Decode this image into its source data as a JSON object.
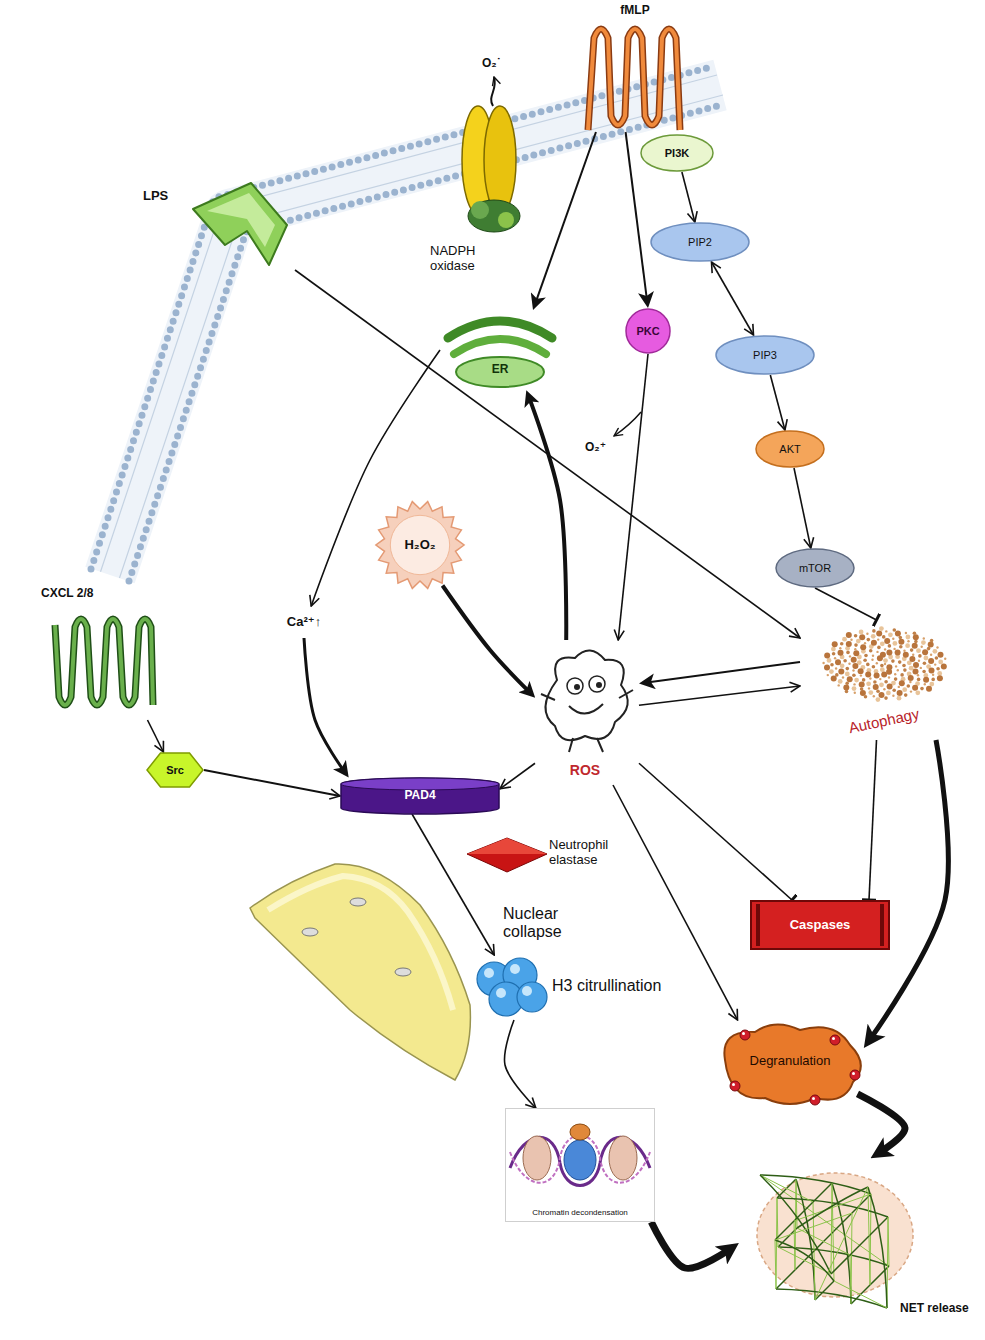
{
  "diagram": {
    "nodes": [
      {
        "text": [
          "fMLP"
        ]
      },
      {
        "text": [
          "NADPH oxidase"
        ]
      },
      {
        "text": [
          "PI3K"
        ]
      },
      {
        "text": [
          "LPS"
        ]
      },
      {
        "text": [
          "PIP2"
        ]
      },
      {
        "text": [
          "ER"
        ]
      },
      {
        "text": [
          "PKC"
        ]
      },
      {
        "text": [
          "PIP3"
        ]
      },
      {
        "text": [
          "AKT"
        ]
      },
      {
        "text": [
          "H₂O₂"
        ]
      },
      {
        "text": [
          "mTOR"
        ]
      },
      {
        "text": [
          "CXCL 2/8"
        ]
      },
      {
        "text": [
          "Ca²⁺↑"
        ]
      },
      {
        "text": [
          "ROS"
        ]
      },
      {
        "text": [
          "Autophagy"
        ]
      },
      {
        "text": [
          "Src"
        ]
      },
      {
        "text": [
          "PAD4"
        ]
      },
      {
        "text": [
          "Neutrophil elastase"
        ]
      },
      {
        "text": [
          "Nuclear collapse"
        ]
      },
      {
        "text": [
          "H3 citrullination"
        ]
      },
      {
        "text": [
          "Caspases"
        ]
      },
      {
        "text": [
          "Degranulation"
        ]
      },
      {
        "text": [
          "Chromatin decondensation"
        ]
      },
      {
        "text": [
          "NET release"
        ]
      }
    ],
    "edges": [
      {
        "from": 0,
        "to": 5,
        "arrow": "to"
      },
      {
        "from": 0,
        "to": 6,
        "arrow": "to"
      },
      {
        "from": 2,
        "to": 4,
        "arrow": "to"
      },
      {
        "from": 4,
        "to": 7,
        "arrow": "both"
      },
      {
        "from": 7,
        "to": 8,
        "arrow": "to"
      },
      {
        "from": 8,
        "to": 10,
        "arrow": "to"
      },
      {
        "from": 10,
        "to": 14,
        "arrow": "to"
      },
      {
        "from": 3,
        "to": 14,
        "arrow": "to"
      },
      {
        "from": 5,
        "to": 12,
        "arrow": "to"
      },
      {
        "from": 13,
        "to": 5,
        "arrow": "to"
      },
      {
        "from": 6,
        "to": 13,
        "arrow": "to"
      },
      {
        "from": 9,
        "to": 13,
        "arrow": "to"
      },
      {
        "from": 12,
        "to": 16,
        "arrow": "to"
      },
      {
        "from": 11,
        "to": 15,
        "arrow": "to"
      },
      {
        "from": 15,
        "to": 16,
        "arrow": "to"
      },
      {
        "from": 13,
        "to": 16,
        "arrow": "to"
      },
      {
        "from": 13,
        "to": 14,
        "arrow": "to"
      },
      {
        "from": 14,
        "to": 13,
        "arrow": "to"
      },
      {
        "from": 13,
        "to": 21,
        "arrow": "to"
      },
      {
        "from": 13,
        "to": 20,
        "arrow": "to"
      },
      {
        "from": 14,
        "to": 20,
        "arrow": "to"
      },
      {
        "from": 14,
        "to": 21,
        "arrow": "to"
      },
      {
        "from": 16,
        "to": 19,
        "arrow": "to"
      },
      {
        "from": 19,
        "to": 22,
        "arrow": "to"
      },
      {
        "from": 22,
        "to": 23,
        "arrow": "to"
      },
      {
        "from": 21,
        "to": 23,
        "arrow": "to"
      }
    ],
    "labels": [
      "O₂˙",
      "O₂⁺"
    ]
  }
}
